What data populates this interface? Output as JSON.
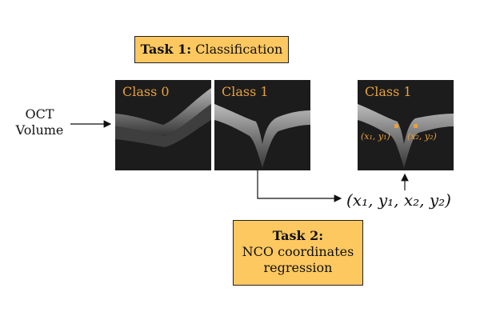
{
  "input": {
    "line1": "OCT",
    "line2": "Volume"
  },
  "task1": {
    "prefix": "Task 1:",
    "text": "Classification"
  },
  "images": [
    {
      "label": "Class 0"
    },
    {
      "label": "Class 1"
    },
    {
      "label": "Class 1",
      "coord1": "(x₁, y₁)",
      "coord2": "(x₂, y₂)"
    }
  ],
  "regression_output": "(x₁, y₁, x₂, y₂)",
  "task2": {
    "title": "Task 2:",
    "line1": "NCO coordinates",
    "line2": "regression"
  },
  "colors": {
    "task_box": "#fdc85f",
    "label": "#e8a13b"
  }
}
